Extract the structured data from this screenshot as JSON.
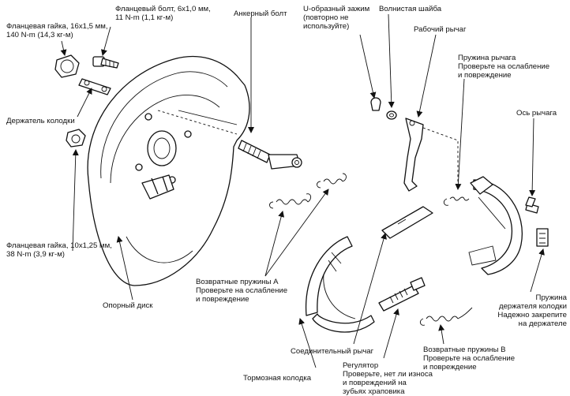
{
  "labels": {
    "flange_nut_16": "Фланцевая гайка, 16x1,5 мм,\n140 N-m (14,3 кг-м)",
    "flange_bolt_6": "Фланцевый болт, 6x1,0 мм,\n11 N-m (1,1 кг-м)",
    "anchor_bolt": "Анкерный болт",
    "u_clip": "U-образный зажим\n(повторно не\nиспользуйте)",
    "wave_washer": "Волнистая шайба",
    "work_lever": "Рабочий рычаг",
    "lever_spring": "Пружина рычага\nПроверьте на ослабление\nи повреждение",
    "shoe_holder": "Держатель колодки",
    "lever_axle": "Ось рычага",
    "flange_nut_10": "Фланцевая гайка, 10x1,25 мм,\n38 N-m (3,9 кг-м)",
    "return_springs_a": "Возвратные пружины А\nПроверьте на ослабление\nи повреждение",
    "holder_spring": "Пружина\nдержателя колодки\nНадежно закрепите\nна держателе",
    "backing_plate": "Опорный диск",
    "connecting_lever": "Соединительный рычаг",
    "return_springs_b": "Возвратные пружины В\nПроверьте на ослабление\nи повреждение",
    "adjuster": "Регулятор\nПроверьте, нет ли износа\nи повреждений на\nзубьях храповика",
    "brake_shoe": "Тормозная колодка"
  }
}
